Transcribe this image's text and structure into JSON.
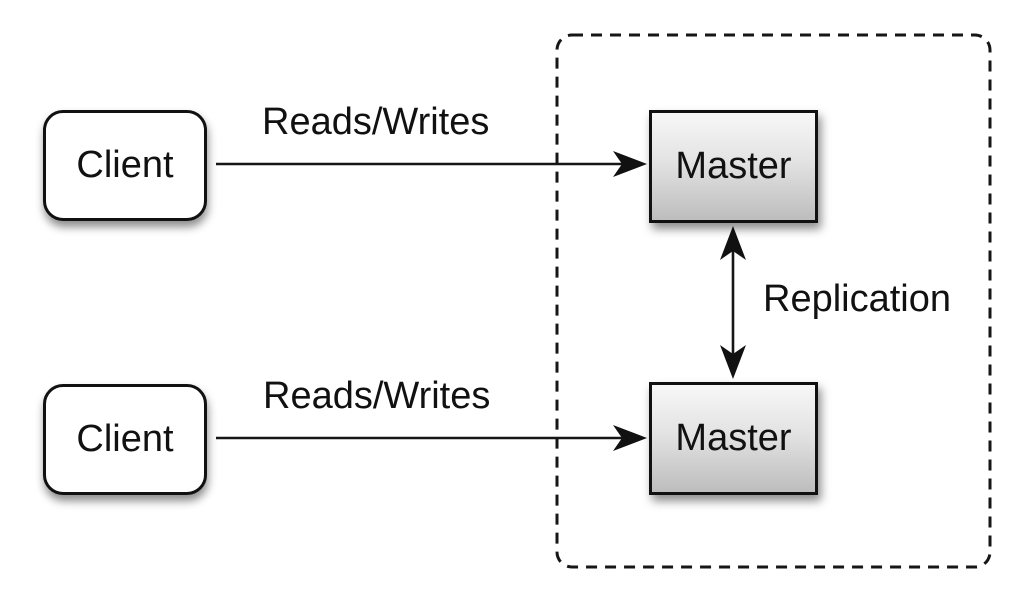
{
  "diagram": {
    "type": "architecture-diagram",
    "background_color": "#ffffff",
    "line_color": "#161616",
    "text_color": "#111111",
    "nodes": [
      {
        "id": "client-top",
        "label": "Client",
        "shape": "rounded-rectangle",
        "fill": "#ffffff"
      },
      {
        "id": "master-top",
        "label": "Master",
        "shape": "rectangle",
        "fill_gradient_top": "#f7f7f7",
        "fill_gradient_bottom": "#bdbdbd"
      },
      {
        "id": "client-bottom",
        "label": "Client",
        "shape": "rounded-rectangle",
        "fill": "#ffffff"
      },
      {
        "id": "master-bottom",
        "label": "Master",
        "shape": "rectangle",
        "fill_gradient_top": "#f7f7f7",
        "fill_gradient_bottom": "#bdbdbd"
      }
    ],
    "edges": [
      {
        "id": "reads-writes-top",
        "label": "Reads/Writes",
        "from": "client-top",
        "to": "master-top",
        "direction": "one-way"
      },
      {
        "id": "reads-writes-bottom",
        "label": "Reads/Writes",
        "from": "client-bottom",
        "to": "master-bottom",
        "direction": "one-way"
      },
      {
        "id": "replication",
        "label": "Replication",
        "from": "master-top",
        "to": "master-bottom",
        "direction": "two-way"
      }
    ],
    "cluster": {
      "id": "replication-zone",
      "style": "dashed-rounded-rectangle",
      "contains": [
        "master-top",
        "master-bottom"
      ]
    }
  }
}
